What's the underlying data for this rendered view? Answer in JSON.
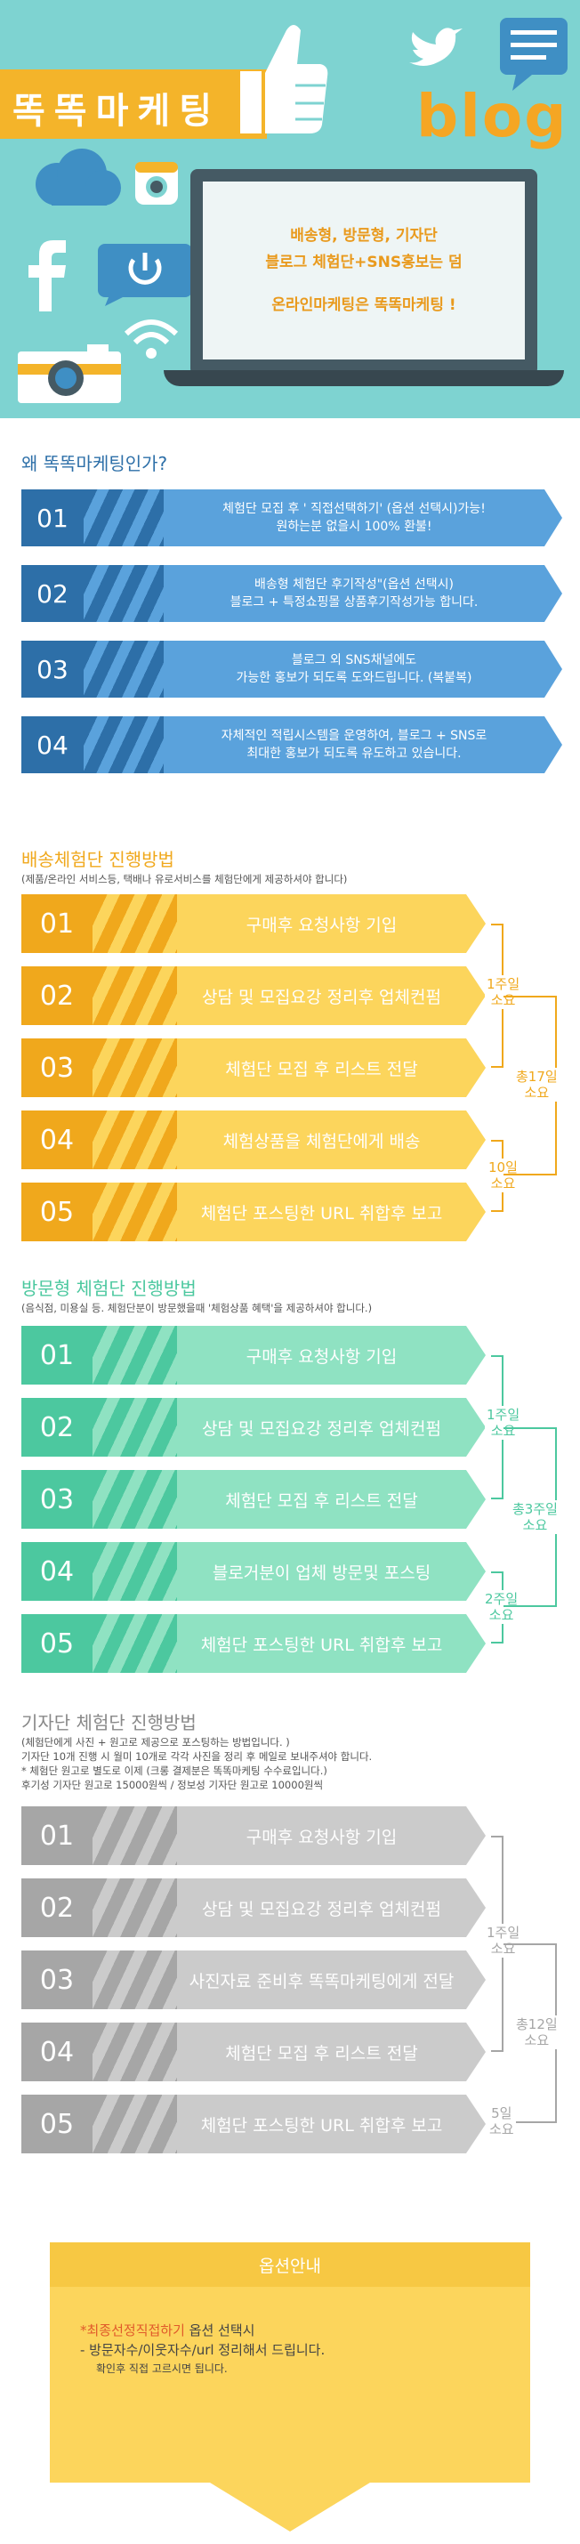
{
  "hero": {
    "logo_text": "똑똑마케팅",
    "blog_word": "blog",
    "screen_lines": [
      "배송형, 방문형, 기자단",
      "블로그 체험단+SNS홍보는 덤",
      "",
      "온라인마케팅은 똑똑마케팅 !"
    ],
    "icons": [
      "thumbs-up-icon",
      "twitter-bird-icon",
      "chat-bubble-icon",
      "cloud-icon",
      "instagram-icon",
      "facebook-icon",
      "power-icon",
      "wifi-icon",
      "camera-icon",
      "monitor-icon"
    ],
    "colors": {
      "background": "#7ed3d1",
      "accent": "#f4b42a",
      "monitor": "#455a64"
    }
  },
  "why": {
    "title": "왜 똑똑마케팅인가?",
    "items": [
      {
        "num": "01",
        "lines": [
          "체험단 모집 후 ' 직접선택하기' (옵션 선택시)가능!",
          "원하는분 없을시 100% 환불!"
        ]
      },
      {
        "num": "02",
        "lines": [
          "배송형 체험단 후기작성\"(옵션 선택시)",
          "블로그 + 특정쇼핑몰 상품후기작성가능 합니다."
        ]
      },
      {
        "num": "03",
        "lines": [
          "블로그 외 SNS채널에도",
          "가능한 홍보가 되도록 도와드립니다.  (복붙복)"
        ]
      },
      {
        "num": "04",
        "lines": [
          "자체적인 적립시스템을 운영하여,  블로그 + SNS로",
          "최대한  홍보가 되도록 유도하고 있습니다."
        ]
      }
    ],
    "colors": {
      "dark": "#2d6fa8",
      "light": "#5aa2dc"
    }
  },
  "delivery": {
    "title": "배송체험단 진행방법",
    "note": "(제품/온라인 서비스등,  택배나 유로서비스를 체험단에게 제공하셔야 합니다)",
    "steps": [
      {
        "num": "01",
        "label": "구매후 요청사항 기입"
      },
      {
        "num": "02",
        "label": "상담 및 모집요강 정리후 업체컨펌"
      },
      {
        "num": "03",
        "label": "체험단 모집 후 리스트 전달"
      },
      {
        "num": "04",
        "label": "체험상품을 체험단에게 배송"
      },
      {
        "num": "05",
        "label": "체험단 포스팅한 URL 취합후 보고"
      }
    ],
    "durations": {
      "a": "1주일\n소요",
      "b": "총17일\n소요",
      "c": "10일\n소요"
    },
    "colors": {
      "dark": "#f0a81c",
      "light": "#fcd55c"
    }
  },
  "visit": {
    "title": "방문형 체험단 진행방법",
    "note": "(음식점, 미용실 등.  체험단분이 방문했을때 '체험상품 혜택'을 제공하셔야 합니다.)",
    "steps": [
      {
        "num": "01",
        "label": "구매후 요청사항 기입"
      },
      {
        "num": "02",
        "label": "상담 및 모집요강 정리후 업체컨펌"
      },
      {
        "num": "03",
        "label": "체험단 모집 후 리스트 전달"
      },
      {
        "num": "04",
        "label": "블로거분이 업체 방문및 포스팅"
      },
      {
        "num": "05",
        "label": "체험단 포스팅한 URL 취합후 보고"
      }
    ],
    "durations": {
      "a": "1주일\n소요",
      "b": "총3주일\n소요",
      "c": "2주일\n소요"
    },
    "colors": {
      "dark": "#4cc89f",
      "light": "#8fe2c2"
    }
  },
  "reporter": {
    "title": "기자단 체험단 진행방법",
    "notes": [
      "(체험단에게 사진 + 원고로 제공으로 포스팅하는 방법입니다. )",
      "기자단 10개 진행 시 월미 10개로 각각 사진을 정리 후 메일로 보내주셔야 합니다.",
      "* 체험단 원고로 별도로 이제 (크롱 결제분은 똑똑마케팅 수수료입니다.)",
      "후기성 기자단 원고로 15000원씩 /  정보성 기자단 원고로 10000원씩"
    ],
    "steps": [
      {
        "num": "01",
        "label": "구매후 요청사항 기입"
      },
      {
        "num": "02",
        "label": "상담 및 모집요강 정리후 업체컨펌"
      },
      {
        "num": "03",
        "label": "사진자료 준비후 똑똑마케팅에게 전달"
      },
      {
        "num": "04",
        "label": "체험단 모집 후 리스트 전달"
      },
      {
        "num": "05",
        "label": "체험단 포스팅한 URL 취합후 보고"
      }
    ],
    "durations": {
      "a": "1주일\n소요",
      "b": "총12일\n소요",
      "c": "5일\n소요"
    },
    "colors": {
      "dark": "#a6a6a6",
      "light": "#cbcbcb"
    }
  },
  "options": {
    "title": "옵션안내",
    "line1_highlight": "*최종선정직접하기",
    "line1_rest": " 옵션 선택시",
    "line2": "- 방문자수/이웃자수/url 정리해서 드립니다.",
    "line3": "확인후 직접 고르시면 됩니다.",
    "colors": {
      "box": "#fcd55c",
      "head": "#f7c843",
      "highlight": "#e05a2b"
    }
  }
}
